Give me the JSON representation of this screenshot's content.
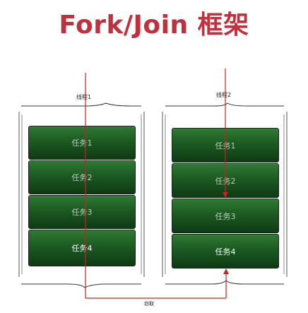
{
  "title": "Fork/Join 框架",
  "threads": [
    {
      "label": "线程1",
      "tasks": [
        "任务1",
        "任务2",
        "任务3",
        "任务4"
      ]
    },
    {
      "label": "线程2",
      "tasks": [
        "任务1",
        "任务2",
        "任务3",
        "任务4"
      ]
    }
  ],
  "steal_label": "窃取",
  "colors": {
    "title": "#c0303d",
    "arrow": "#cc2222",
    "task_fill": "#1c5a22"
  }
}
